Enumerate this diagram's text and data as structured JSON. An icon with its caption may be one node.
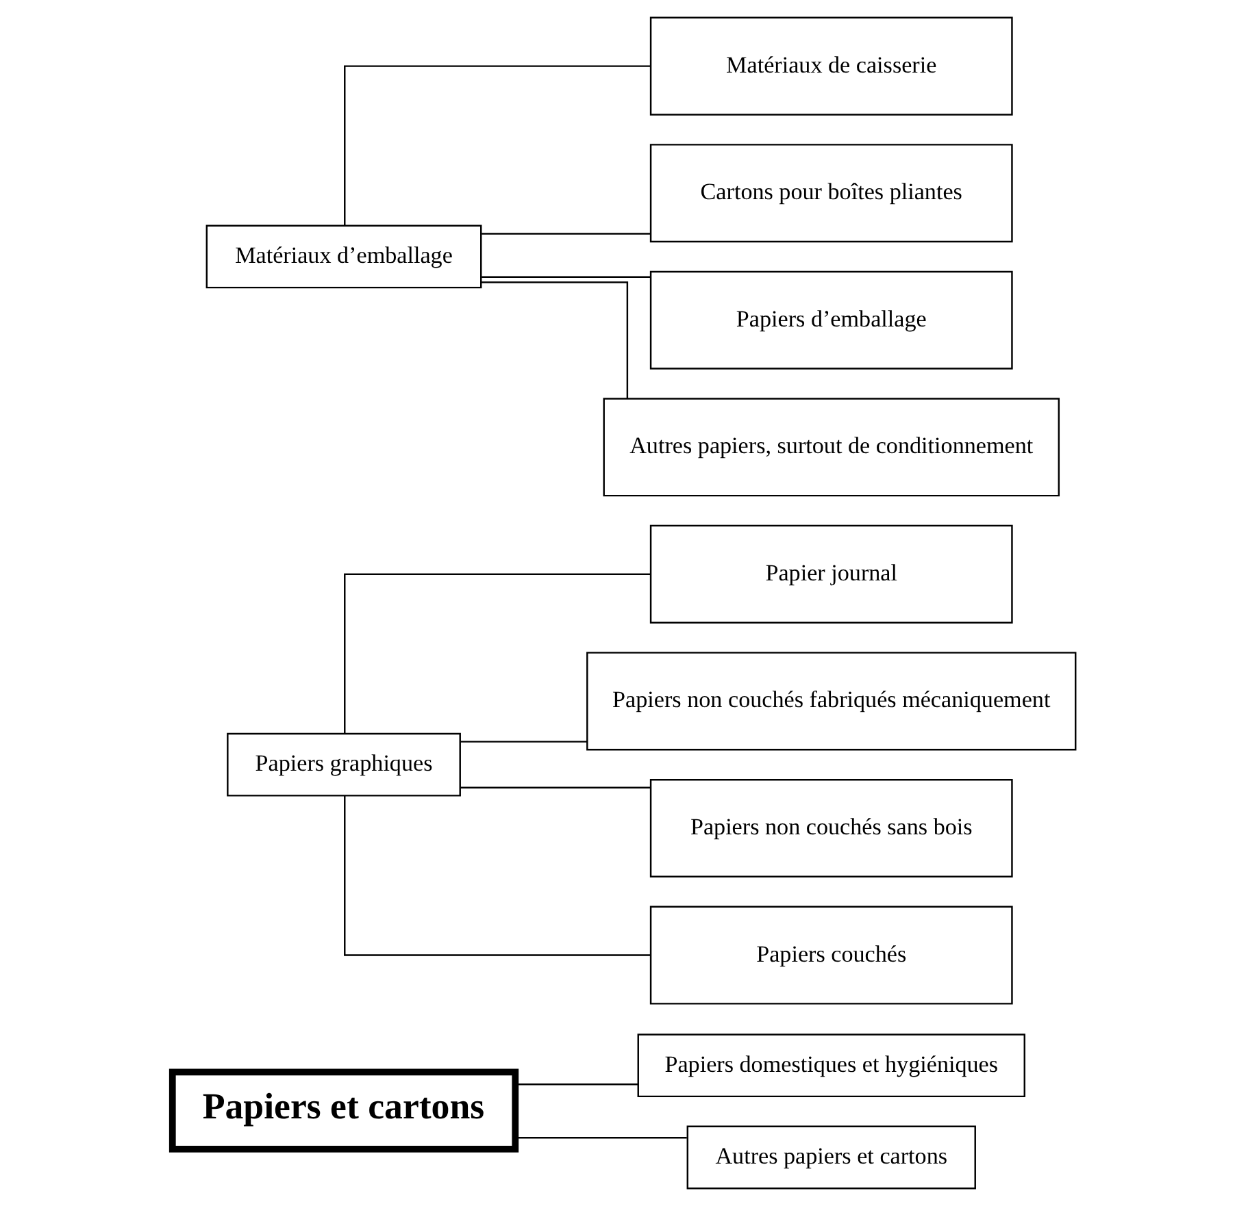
{
  "diagram": {
    "nodes": [
      {
        "text": [
          "Papiers et cartons"
        ]
      },
      {
        "text": [
          "Papiers graphiques"
        ]
      },
      {
        "text": [
          "Matériaux d’emballage"
        ]
      },
      {
        "text": [
          "Papier journal"
        ]
      },
      {
        "text": [
          "Papiers non couchés fabriqués mécaniquement"
        ]
      },
      {
        "text": [
          "Papiers non couchés sans bois"
        ]
      },
      {
        "text": [
          "Papiers couchés"
        ]
      },
      {
        "text": [
          "Matériaux de caisserie"
        ]
      },
      {
        "text": [
          "Cartons pour boîtes pliantes"
        ]
      },
      {
        "text": [
          "Papiers d’emballage"
        ]
      },
      {
        "text": [
          "Autres papiers, surtout de conditionnement"
        ]
      },
      {
        "text": [
          "Papiers domestiques et hygiéniques"
        ]
      },
      {
        "text": [
          "Autres papiers et cartons"
        ]
      }
    ],
    "edges": [
      {
        "from": 0,
        "to": 11,
        "arrow": "none"
      },
      {
        "from": 0,
        "to": 12,
        "arrow": "none"
      },
      {
        "from": 1,
        "to": 3,
        "arrow": "none"
      },
      {
        "from": 1,
        "to": 4,
        "arrow": "none"
      },
      {
        "from": 1,
        "to": 5,
        "arrow": "none"
      },
      {
        "from": 1,
        "to": 6,
        "arrow": "none"
      },
      {
        "from": 2,
        "to": 7,
        "arrow": "none"
      },
      {
        "from": 2,
        "to": 8,
        "arrow": "none"
      },
      {
        "from": 2,
        "to": 9,
        "arrow": "none"
      },
      {
        "from": 2,
        "to": 10,
        "arrow": "none"
      }
    ]
  }
}
